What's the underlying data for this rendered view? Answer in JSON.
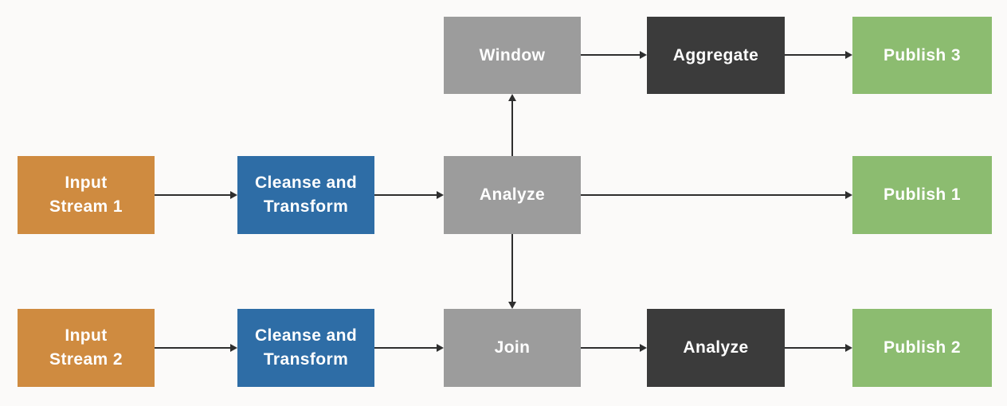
{
  "diagram": {
    "type": "flowchart",
    "background": "#fbfaf9",
    "colors": {
      "input_node": "#cf8b40",
      "transform_node": "#2e6da6",
      "process_node": "#9c9c9c",
      "dark_node": "#3b3b3b",
      "publish_node": "#8cbc70",
      "node_text": "#ffffff",
      "arrow": "#2e2e2e"
    },
    "nodes": {
      "window": {
        "label": "Window"
      },
      "aggregate": {
        "label": "Aggregate"
      },
      "publish3": {
        "label": "Publish 3"
      },
      "input1": {
        "line1": "Input",
        "line2": "Stream 1"
      },
      "cleanse1": {
        "line1": "Cleanse and",
        "line2": "Transform"
      },
      "analyzeMid": {
        "label": "Analyze"
      },
      "publish1": {
        "label": "Publish 1"
      },
      "input2": {
        "line1": "Input",
        "line2": "Stream 2"
      },
      "cleanse2": {
        "line1": "Cleanse and",
        "line2": "Transform"
      },
      "join": {
        "label": "Join"
      },
      "analyzeBot": {
        "label": "Analyze"
      },
      "publish2": {
        "label": "Publish 2"
      }
    },
    "edges": [
      {
        "from": "Input Stream 1",
        "to": "Cleanse and Transform (top)"
      },
      {
        "from": "Cleanse and Transform (top)",
        "to": "Analyze (middle)"
      },
      {
        "from": "Analyze (middle)",
        "to": "Window"
      },
      {
        "from": "Analyze (middle)",
        "to": "Publish 1"
      },
      {
        "from": "Analyze (middle)",
        "to": "Join"
      },
      {
        "from": "Window",
        "to": "Aggregate"
      },
      {
        "from": "Aggregate",
        "to": "Publish 3"
      },
      {
        "from": "Input Stream 2",
        "to": "Cleanse and Transform (bottom)"
      },
      {
        "from": "Cleanse and Transform (bottom)",
        "to": "Join"
      },
      {
        "from": "Join",
        "to": "Analyze (bottom)"
      },
      {
        "from": "Analyze (bottom)",
        "to": "Publish 2"
      }
    ]
  }
}
